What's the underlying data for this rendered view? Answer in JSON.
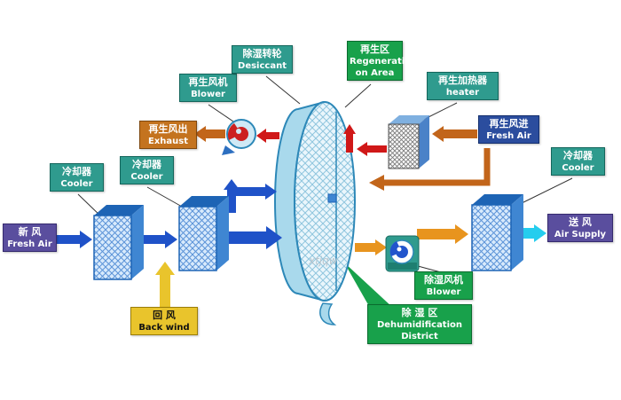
{
  "diagram": {
    "labels": {
      "fresh_air_in": {
        "zh": "新 风",
        "en": "Fresh Air"
      },
      "cooler_left": {
        "zh": "冷却器",
        "en": "Cooler"
      },
      "cooler_mid": {
        "zh": "冷却器",
        "en": "Cooler"
      },
      "back_wind": {
        "zh": "回 风",
        "en": "Back wind"
      },
      "regen_blower": {
        "zh": "再生风机",
        "en": "Blower"
      },
      "exhaust": {
        "zh": "再生风出",
        "en": "Exhaust"
      },
      "desiccant": {
        "zh": "除湿转轮",
        "en": "Desiccant"
      },
      "regen_area": {
        "zh": "再生区",
        "en_line1": "Regenerati",
        "en_line2": "on Area"
      },
      "heater": {
        "zh": "再生加热器",
        "en": "heater"
      },
      "regen_fresh_air": {
        "zh": "再生风进",
        "en": "Fresh Air"
      },
      "cooler_right": {
        "zh": "冷却器",
        "en": "Cooler"
      },
      "air_supply": {
        "zh": "送 风",
        "en": "Air Supply"
      },
      "dehumid_blower": {
        "zh": "除湿风机",
        "en": "Blower"
      },
      "dehumid_district": {
        "zh": "除 湿 区",
        "en_line1": "Dehumidification",
        "en_line2": "District"
      }
    },
    "watermark": "xtjqw",
    "colors": {
      "label_teal": "#2f9b8e",
      "label_purple": "#5a4e9e",
      "label_yellow": "#e9c42c",
      "label_orange": "#c4731f",
      "label_green": "#18a14b",
      "label_navy": "#2b4d9e",
      "arrow_blue": "#1f52c8",
      "arrow_yellow": "#e9c42c",
      "arrow_orange_dark": "#c2651a",
      "arrow_orange_light": "#e8941e",
      "arrow_red": "#d01818",
      "arrow_cyan": "#25cdee",
      "wheel_fill": "#a9d9ec",
      "box_blue": "#1d64b5"
    }
  }
}
